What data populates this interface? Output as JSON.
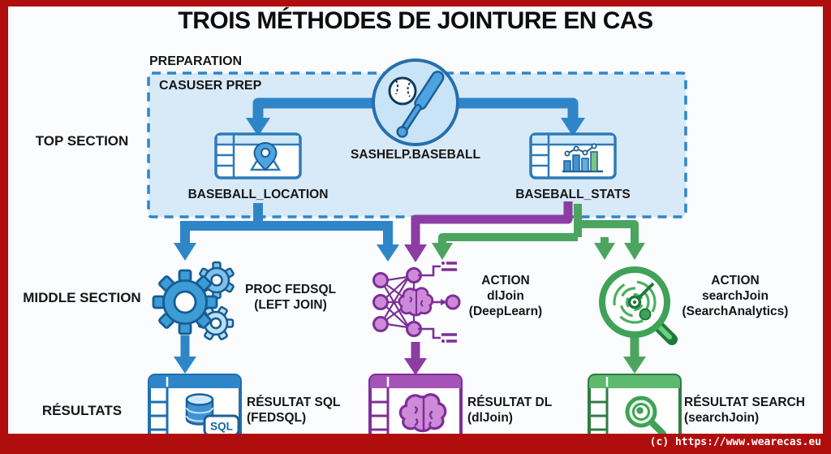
{
  "title": "TROIS MÉTHODES DE JOINTURE EN CAS",
  "footer": {
    "copyright": "(c) https://www.wearecas.eu"
  },
  "side_labels": {
    "top": "TOP SECTION",
    "middle": "MIDDLE SECTION",
    "results": "RÉSULTATS"
  },
  "prep": {
    "label": "PREPARATION",
    "box_label": "CASUSER PREP",
    "source_table": "SASHELP.BASEBALL",
    "left_table": "BASEBALL_LOCATION",
    "right_table": "BASEBALL_STATS"
  },
  "methods": [
    {
      "line1": "PROC FEDSQL",
      "line2": "(LEFT JOIN)",
      "color": "#2e86c8"
    },
    {
      "line1": "ACTION",
      "line2": "dlJoin",
      "line3": "(DeepLearn)",
      "color": "#8c3ca3"
    },
    {
      "line1": "ACTION",
      "line2": "searchJoin",
      "line3": "(SearchAnalytics)",
      "color": "#4ca55e"
    }
  ],
  "results": [
    {
      "line1": "RÉSULTAT SQL",
      "line2": "(FEDSQL)",
      "badge": "SQL",
      "color": "#2e86c8"
    },
    {
      "line1": "RÉSULTAT DL",
      "line2": "(dlJoin)",
      "color": "#8c3ca3"
    },
    {
      "line1": "RÉSULTAT SEARCH",
      "line2": "(searchJoin)",
      "color": "#4ca55e"
    }
  ],
  "colors": {
    "blue": "#2e86c8",
    "purple": "#8c3ca3",
    "green": "#4ca55e",
    "frame_red": "#b00e0e",
    "prep_fill": "#d8e9f8",
    "prep_border": "#2e86c8"
  }
}
